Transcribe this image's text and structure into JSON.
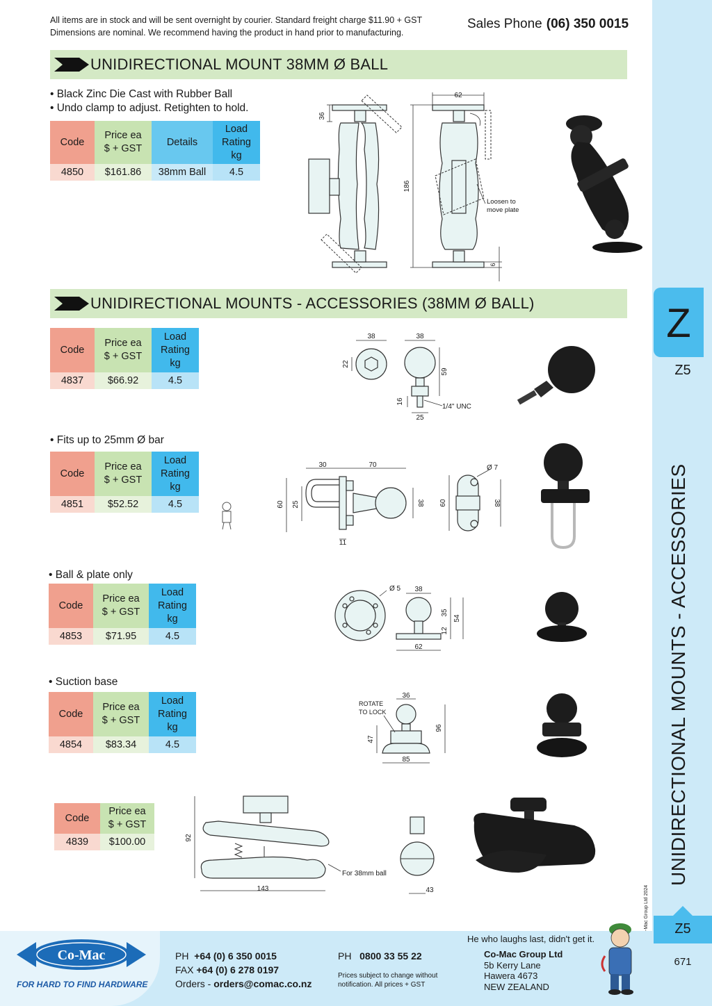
{
  "header": {
    "notice_line1": "All items are in stock and will be sent overnight by courier. Standard freight charge $11.90 + GST",
    "notice_line2": "Dimensions are nominal. We recommend having the product in hand prior to manufacturing.",
    "sales_label": "Sales Phone",
    "sales_number": "(06) 350 0015"
  },
  "table_headers": {
    "code": "Code",
    "price_line1": "Price ea",
    "price_line2": "$ + GST",
    "details": "Details",
    "load_line1": "Load",
    "load_line2": "Rating",
    "load_line3": "kg"
  },
  "section1": {
    "title": "UNIDIRECTIONAL MOUNT 38MM Ø BALL",
    "bullet1": "• Black Zinc Die Cast with Rubber Ball",
    "bullet2": "• Undo clamp to adjust. Retighten to hold.",
    "row": {
      "code": "4850",
      "price": "$161.86",
      "details": "38mm Ball",
      "load": "4.5"
    },
    "dims": {
      "top": "62",
      "side": "36",
      "height": "186",
      "base": "6",
      "note_line1": "Loosen to",
      "note_line2": "move plate"
    }
  },
  "section2": {
    "title": "UNIDIRECTIONAL MOUNTS - ACCESSORIES (38MM Ø BALL)",
    "items": [
      {
        "bullet": "",
        "code": "4837",
        "price": "$66.92",
        "load": "4.5",
        "dims": {
          "a": "38",
          "b": "38",
          "c": "22",
          "d": "59",
          "e": "16",
          "f": "25",
          "thread": "1/4\" UNC"
        }
      },
      {
        "bullet": "• Fits up to 25mm Ø bar",
        "code": "4851",
        "price": "$52.52",
        "load": "4.5",
        "dims": {
          "a": "30",
          "b": "70",
          "c": "60",
          "d": "25",
          "e": "38",
          "f": "11",
          "g": "Ø 7",
          "h": "60",
          "i": "38"
        }
      },
      {
        "bullet": "• Ball & plate only",
        "code": "4853",
        "price": "$71.95",
        "load": "4.5",
        "dims": {
          "a": "Ø 5",
          "b": "38",
          "c": "35",
          "d": "54",
          "e": "12",
          "f": "62"
        }
      },
      {
        "bullet": "• Suction base",
        "code": "4854",
        "price": "$83.34",
        "load": "4.5",
        "dims": {
          "a": "36",
          "b": "96",
          "c": "47",
          "d": "85",
          "note_line1": "ROTATE",
          "note_line2": "TO LOCK"
        }
      },
      {
        "bullet": "",
        "code": "4839",
        "price": "$100.00",
        "dims": {
          "a": "92",
          "b": "143",
          "c": "43",
          "note": "For 38mm ball"
        }
      }
    ]
  },
  "side": {
    "letter": "Z",
    "code": "Z5",
    "vertical_title": "UNIDIRECTIONAL MOUNTS - ACCESSORIES",
    "copyright": "© Co-Mac Group Ltd 2024",
    "page_number": "671"
  },
  "footer": {
    "logo": "Co-Mac",
    "tagline": "FOR HARD TO FIND HARDWARE",
    "ph_label": "PH",
    "ph_number": "+64 (0) 6 350 0015",
    "fax_label": "FAX",
    "fax_number": "+64 (0) 6 278 0197",
    "orders_label": "Orders -",
    "orders_email": "orders@comac.co.nz",
    "ph2_label": "PH",
    "ph2_number": "0800 33 55 22",
    "disclaimer_line1": "Prices subject to change without",
    "disclaimer_line2": "notification. All prices + GST",
    "company": "Co-Mac Group Ltd",
    "address1": "5b Kerry Lane",
    "address2": "Hawera 4673",
    "address3": "NEW ZEALAND",
    "joke": "He who laughs last, didn't get it."
  },
  "colors": {
    "section_bar": "#d4e9c5",
    "code_header": "#f0a08e",
    "price_header": "#c8e3b2",
    "load_header": "#41b9ec",
    "side_tab": "#4bbced",
    "footer_bg": "#cdeaf8",
    "logo_blue": "#1c5aa6"
  },
  "icons": [
    "arrow-right-icon",
    "comac-logo-icon",
    "mascot-icon"
  ]
}
